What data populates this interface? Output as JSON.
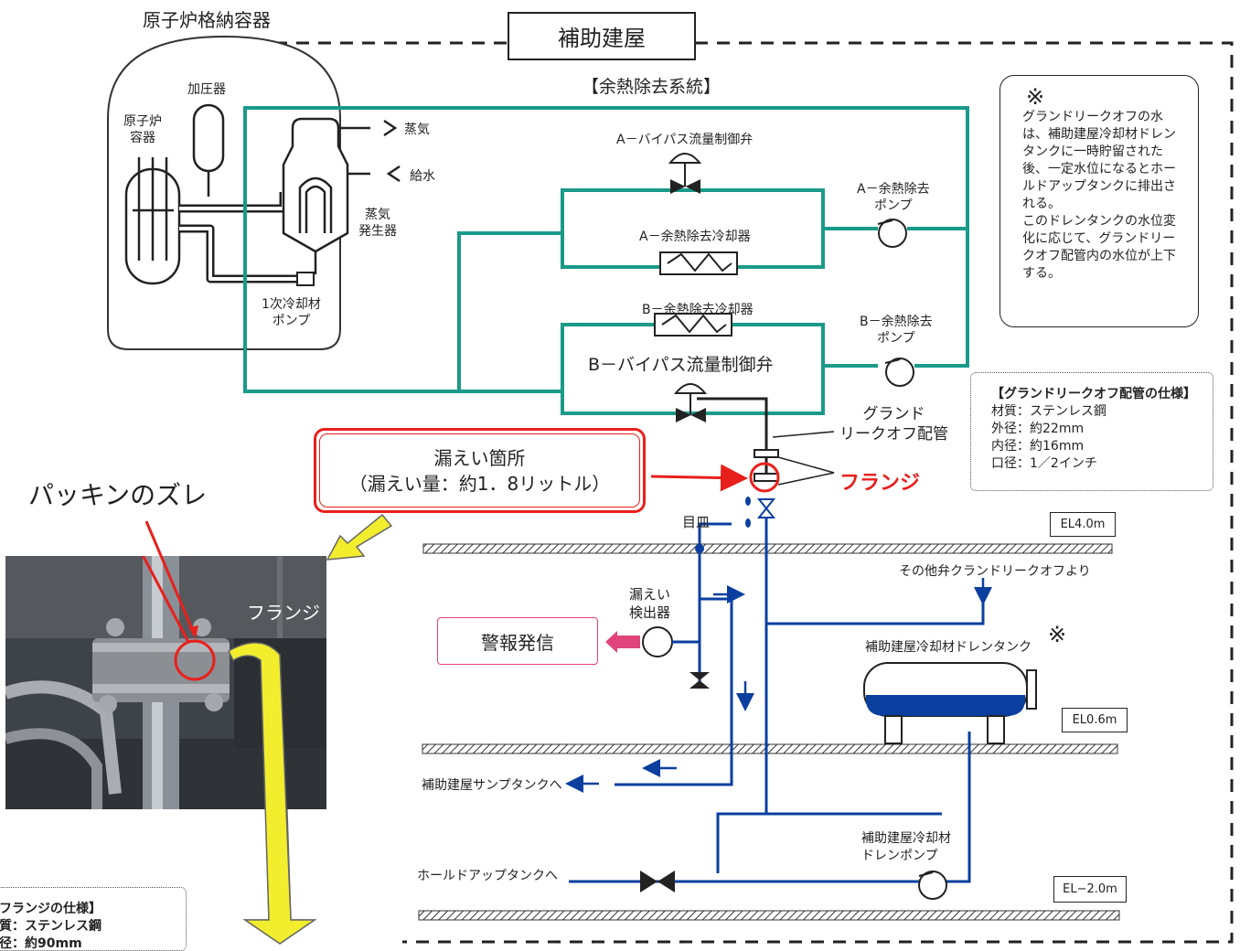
{
  "containment_label": "原子炉格納容器",
  "aux_building_title": "補助建屋",
  "system_title": "【余熱除去系統】",
  "labels": {
    "pressurizer": "加圧器",
    "reactor_vessel": "原子炉\n容器",
    "steam": "蒸気",
    "feedwater": "給水",
    "steam_generator": "蒸気\n発生器",
    "primary_pump": "1次冷却材\nポンプ",
    "a_bypass_valve": "A－バイパス流量制御弁",
    "a_rhr_cooler": "A－余熱除去冷却器",
    "a_rhr_pump": "A－余熱除去\nポンプ",
    "b_rhr_cooler": "B－余熱除去冷却器",
    "b_bypass_valve": "B－バイパス流量制御弁",
    "b_rhr_pump": "B－余熱除去\nポンプ",
    "gland_leakoff_pipe": "グランド\nリークオフ配管",
    "flange": "フランジ",
    "sight_glass": "目皿",
    "leak_detector": "漏えい\n検出器",
    "other_valves": "その他弁クランドリークオフより",
    "drain_tank": "補助建屋冷却材ドレンタンク",
    "drain_pump": "補助建屋冷却材\nドレンポンプ",
    "to_sump": "補助建屋サンプタンクへ",
    "to_holdup": "ホールドアップタンクへ",
    "asterisk": "※"
  },
  "elevations": [
    "EL4.0m",
    "EL0.6m",
    "EL−2.0m"
  ],
  "leak_callout": {
    "line1": "漏えい箇所",
    "line2": "（漏えい量：約1．8リットル）"
  },
  "alarm": "警報発信",
  "packing_label": "パッキンのズレ",
  "photo_flange_label": "フランジ",
  "note": {
    "mark": "※",
    "text": "グランドリークオフの水は、補助建屋冷却材ドレンタンクに一時貯留された後、一定水位になるとホールドアップタンクに排出される。\nこのドレンタンクの水位変化に応じて、グランドリークオフ配管内の水位が上下する。"
  },
  "pipe_spec": {
    "title": "【グランドリークオフ配管の仕様】",
    "lines": [
      "材質：ステンレス鋼",
      "外径：約22mm",
      "内径：約16mm",
      "口径：1／2インチ"
    ]
  },
  "flange_spec": {
    "title": "フランジの仕様】",
    "lines": [
      "質：ステンレス鋼",
      "径：約90mm"
    ]
  },
  "colors": {
    "teal": "#1a9a8a",
    "blue": "#0a3fa0",
    "red": "#e8201c",
    "yellow": "#f2ee2e",
    "pink": "#e0447a"
  }
}
